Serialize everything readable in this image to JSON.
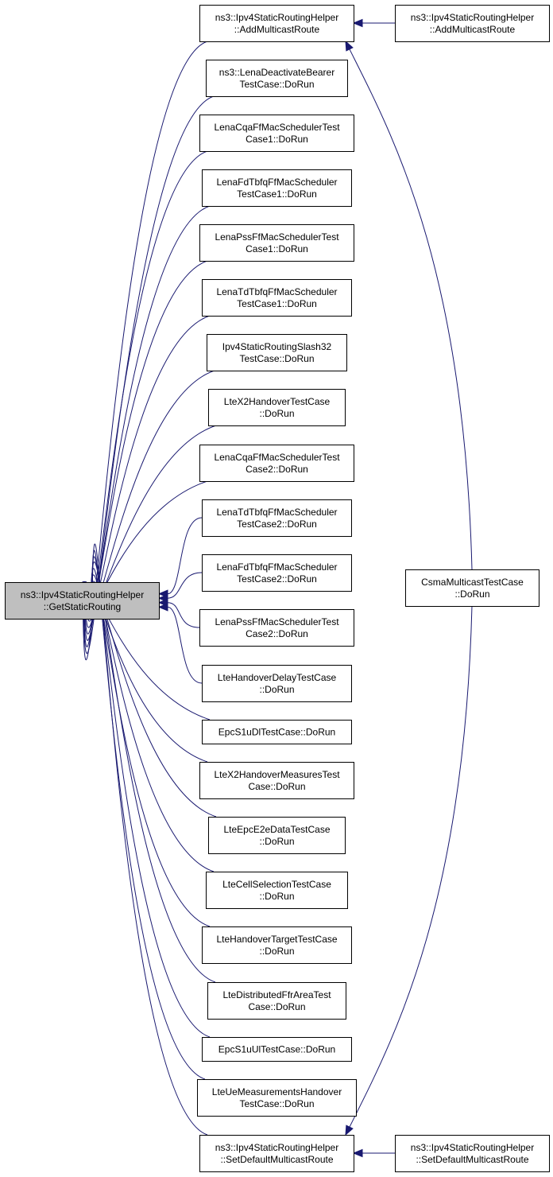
{
  "diagram": {
    "colors": {
      "edge": "#191970",
      "node_border": "#000000",
      "node_fill": "#ffffff",
      "root_fill": "#bfbfbf"
    },
    "nodes": [
      {
        "id": "root",
        "lines": [
          "ns3::Ipv4StaticRoutingHelper",
          "::GetStaticRouting"
        ],
        "highlight": true
      },
      {
        "id": "addmc1",
        "lines": [
          "ns3::Ipv4StaticRoutingHelper",
          "::AddMulticastRoute"
        ]
      },
      {
        "id": "addmc2",
        "lines": [
          "ns3::Ipv4StaticRoutingHelper",
          "::AddMulticastRoute"
        ]
      },
      {
        "id": "deact",
        "lines": [
          "ns3::LenaDeactivateBearer",
          "TestCase::DoRun"
        ]
      },
      {
        "id": "cqa1",
        "lines": [
          "LenaCqaFfMacSchedulerTest",
          "Case1::DoRun"
        ]
      },
      {
        "id": "fdtb1",
        "lines": [
          "LenaFdTbfqFfMacScheduler",
          "TestCase1::DoRun"
        ]
      },
      {
        "id": "pss1",
        "lines": [
          "LenaPssFfMacSchedulerTest",
          "Case1::DoRun"
        ]
      },
      {
        "id": "tdtb1",
        "lines": [
          "LenaTdTbfqFfMacScheduler",
          "TestCase1::DoRun"
        ]
      },
      {
        "id": "slash32",
        "lines": [
          "Ipv4StaticRoutingSlash32",
          "TestCase::DoRun"
        ]
      },
      {
        "id": "x2ho",
        "lines": [
          "LteX2HandoverTestCase",
          "::DoRun"
        ]
      },
      {
        "id": "cqa2",
        "lines": [
          "LenaCqaFfMacSchedulerTest",
          "Case2::DoRun"
        ]
      },
      {
        "id": "tdtb2",
        "lines": [
          "LenaTdTbfqFfMacScheduler",
          "TestCase2::DoRun"
        ]
      },
      {
        "id": "fdtb2",
        "lines": [
          "LenaFdTbfqFfMacScheduler",
          "TestCase2::DoRun"
        ]
      },
      {
        "id": "pss2",
        "lines": [
          "LenaPssFfMacSchedulerTest",
          "Case2::DoRun"
        ]
      },
      {
        "id": "hodelay",
        "lines": [
          "LteHandoverDelayTestCase",
          "::DoRun"
        ]
      },
      {
        "id": "s1udl",
        "lines": [
          "EpcS1uDlTestCase::DoRun"
        ]
      },
      {
        "id": "x2meas",
        "lines": [
          "LteX2HandoverMeasuresTest",
          "Case::DoRun"
        ]
      },
      {
        "id": "e2e",
        "lines": [
          "LteEpcE2eDataTestCase",
          "::DoRun"
        ]
      },
      {
        "id": "cellsel",
        "lines": [
          "LteCellSelectionTestCase",
          "::DoRun"
        ]
      },
      {
        "id": "hotarget",
        "lines": [
          "LteHandoverTargetTestCase",
          "::DoRun"
        ]
      },
      {
        "id": "ffrarea",
        "lines": [
          "LteDistributedFfrAreaTest",
          "Case::DoRun"
        ]
      },
      {
        "id": "s1uul",
        "lines": [
          "EpcS1uUlTestCase::DoRun"
        ]
      },
      {
        "id": "uemeas",
        "lines": [
          "LteUeMeasurementsHandover",
          "TestCase::DoRun"
        ]
      },
      {
        "id": "setdef1",
        "lines": [
          "ns3::Ipv4StaticRoutingHelper",
          "::SetDefaultMulticastRoute"
        ]
      },
      {
        "id": "setdef2",
        "lines": [
          "ns3::Ipv4StaticRoutingHelper",
          "::SetDefaultMulticastRoute"
        ]
      },
      {
        "id": "csma",
        "lines": [
          "CsmaMulticastTestCase",
          "::DoRun"
        ]
      }
    ],
    "edges": [
      [
        "addmc1",
        "root"
      ],
      [
        "deact",
        "root"
      ],
      [
        "cqa1",
        "root"
      ],
      [
        "fdtb1",
        "root"
      ],
      [
        "pss1",
        "root"
      ],
      [
        "tdtb1",
        "root"
      ],
      [
        "slash32",
        "root"
      ],
      [
        "x2ho",
        "root"
      ],
      [
        "cqa2",
        "root"
      ],
      [
        "tdtb2",
        "root"
      ],
      [
        "fdtb2",
        "root"
      ],
      [
        "pss2",
        "root"
      ],
      [
        "hodelay",
        "root"
      ],
      [
        "s1udl",
        "root"
      ],
      [
        "x2meas",
        "root"
      ],
      [
        "e2e",
        "root"
      ],
      [
        "cellsel",
        "root"
      ],
      [
        "hotarget",
        "root"
      ],
      [
        "ffrarea",
        "root"
      ],
      [
        "s1uul",
        "root"
      ],
      [
        "uemeas",
        "root"
      ],
      [
        "setdef1",
        "root"
      ],
      [
        "addmc2",
        "addmc1"
      ],
      [
        "csma",
        "addmc1"
      ],
      [
        "setdef2",
        "setdef1"
      ],
      [
        "csma",
        "setdef1"
      ]
    ]
  }
}
